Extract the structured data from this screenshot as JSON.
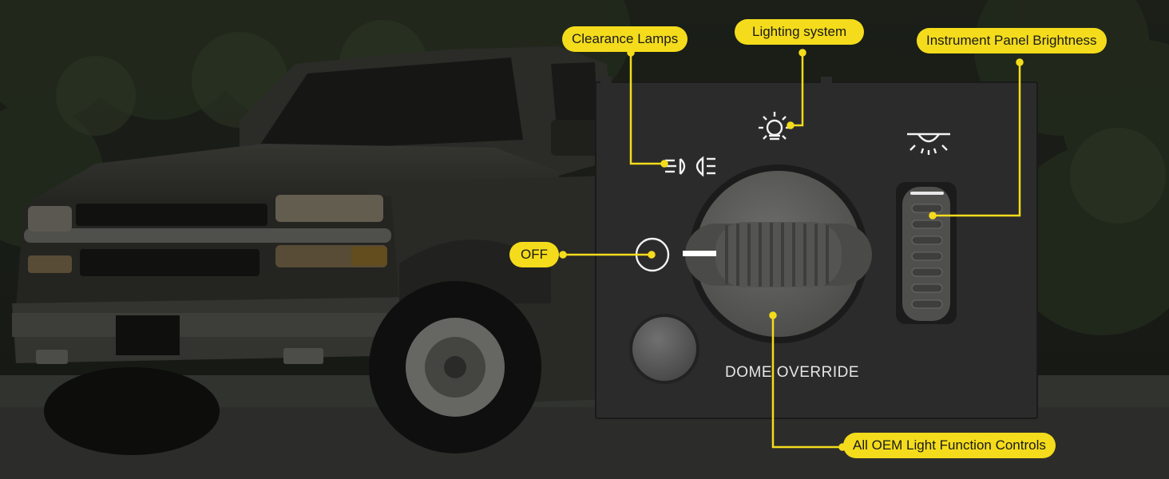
{
  "callouts": {
    "clearance_lamps": "Clearance Lamps",
    "lighting_system": "Lighting system",
    "instrument_panel_brightness": "Instrument Panel Brightness",
    "off": "OFF",
    "all_oem_controls": "All OEM Light Function Controls"
  },
  "panel": {
    "dome_override": "DOME  OVERRIDE"
  },
  "icons": [
    "clearance-lamps-icon",
    "headlight-icon",
    "interior-dome-light-icon",
    "off-position-icon"
  ],
  "colors": {
    "callout_fill": "#f4dc1c",
    "leader_line": "#f4dc1c",
    "panel": "#2c2c2c",
    "knob": "#5a5a58"
  }
}
